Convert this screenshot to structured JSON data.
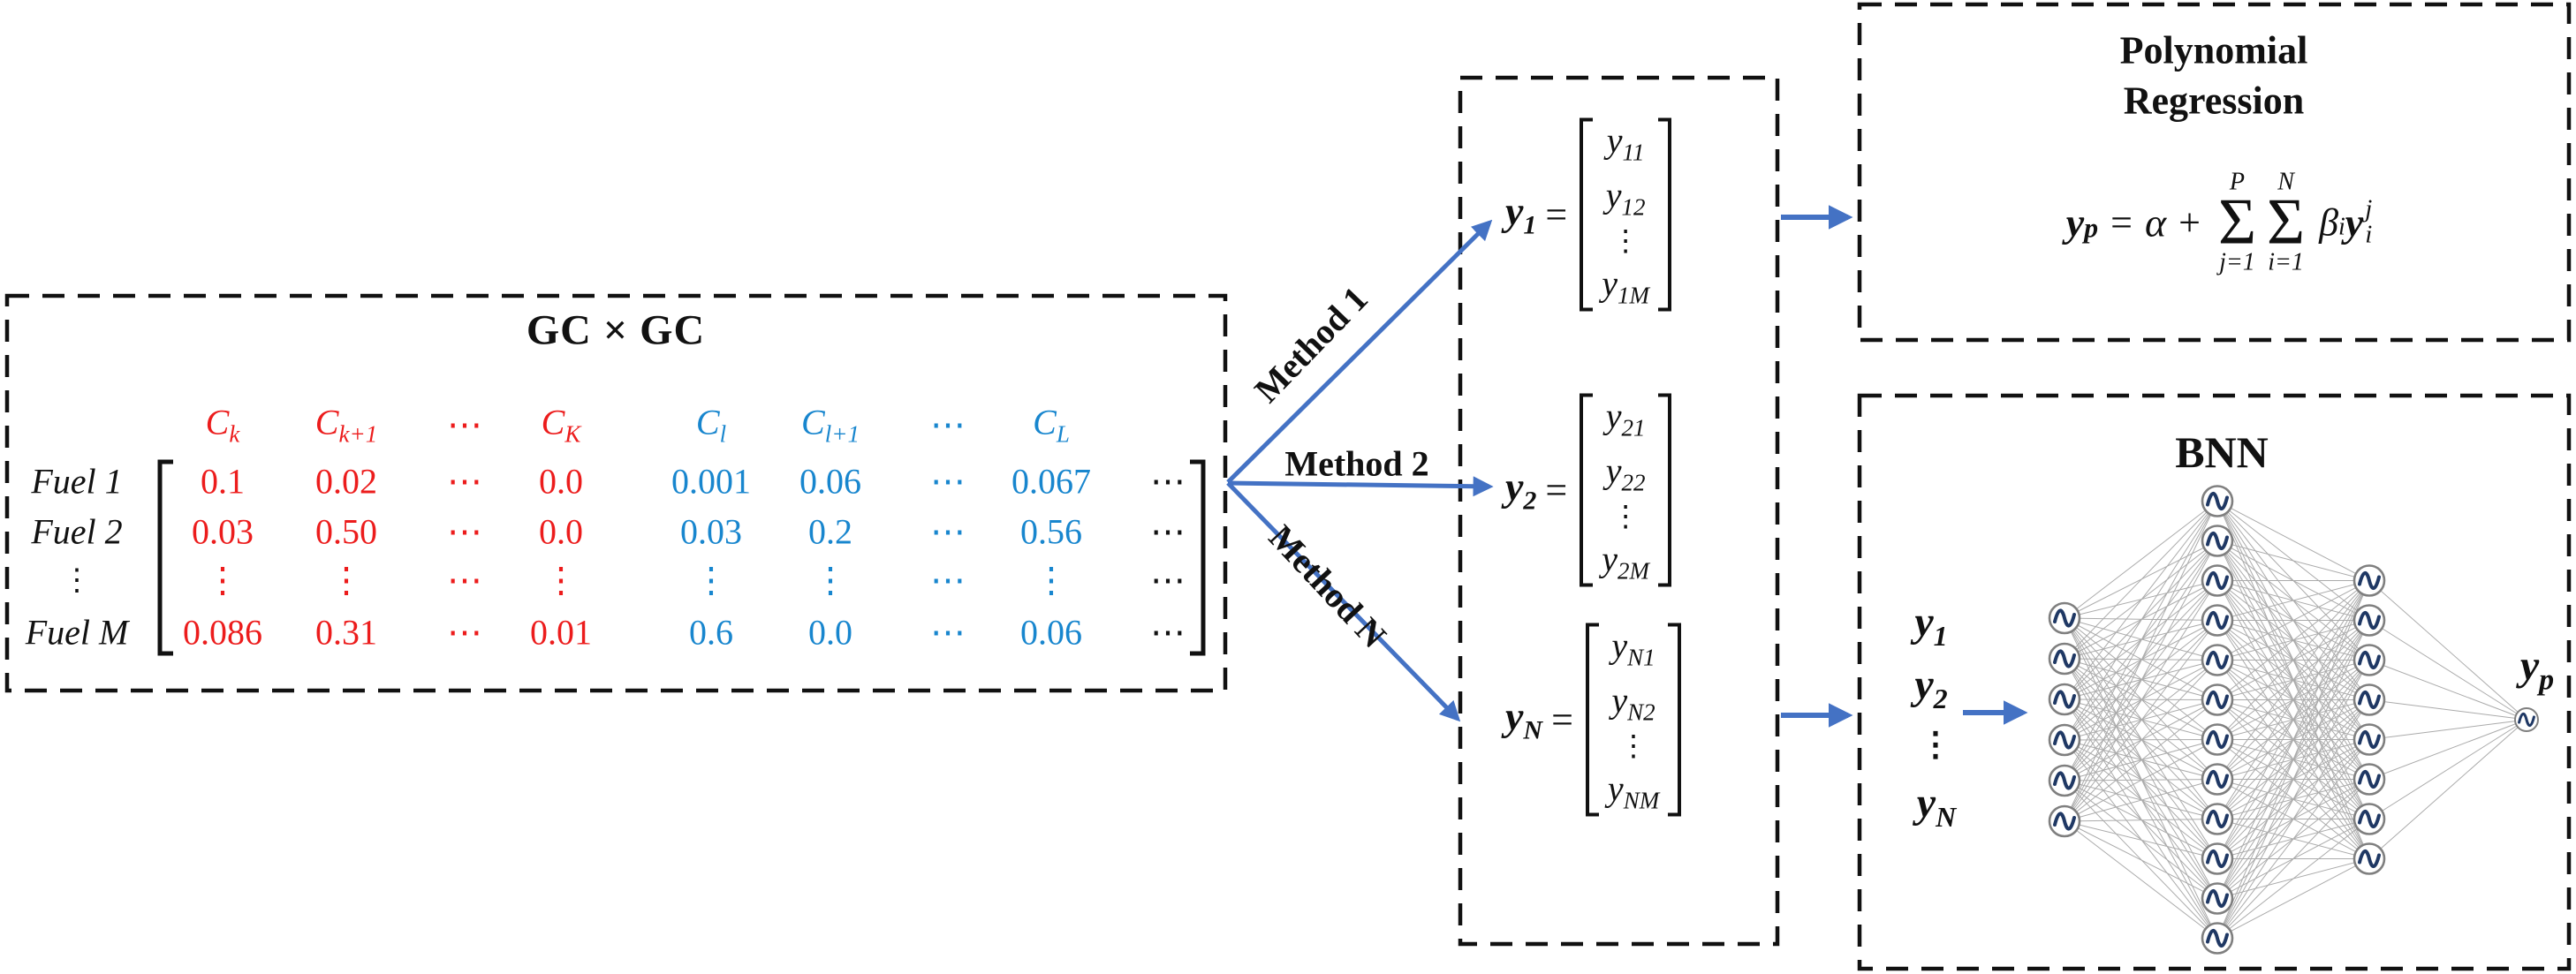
{
  "colors": {
    "red": "#EC1C1C",
    "blue": "#1886CE",
    "arrow_blue": "#4472C4",
    "squiggle_navy": "#1F3864",
    "node_border": "#7F7F7F",
    "edge_gray": "#ABABAB",
    "border_black": "#111111"
  },
  "gc_box": {
    "title": "GC × GC",
    "col_headers": [
      {
        "b": "C",
        "s": "k"
      },
      {
        "b": "C",
        "s": "k+1"
      },
      {
        "b": "⋯",
        "s": ""
      },
      {
        "b": "C",
        "s": "K"
      },
      {
        "b": "C",
        "s": "l"
      },
      {
        "b": "C",
        "s": "l+1"
      },
      {
        "b": "⋯",
        "s": ""
      },
      {
        "b": "C",
        "s": "L"
      }
    ],
    "row_labels": [
      "Fuel 1",
      "Fuel 2",
      "⋮",
      "Fuel M"
    ],
    "rows": [
      [
        "0.1",
        "0.02",
        "⋯",
        "0.0",
        "0.001",
        "0.06",
        "⋯",
        "0.067",
        "⋯"
      ],
      [
        "0.03",
        "0.50",
        "⋯",
        "0.0",
        "0.03",
        "0.2",
        "⋯",
        "0.56",
        "⋯"
      ],
      [
        "⋮",
        "⋮",
        "⋯",
        "⋮",
        "⋮",
        "⋮",
        "⋯",
        "⋮",
        "⋯"
      ],
      [
        "0.086",
        "0.31",
        "⋯",
        "0.01",
        "0.6",
        "0.0",
        "⋯",
        "0.06",
        "⋯"
      ]
    ]
  },
  "methods": {
    "m1": "Method 1",
    "m2": "Method 2",
    "mn": "Method N"
  },
  "vectors": [
    {
      "label": {
        "b": "y",
        "s": "1"
      },
      "eq": "=",
      "entries": [
        {
          "b": "y",
          "s": "11"
        },
        {
          "b": "y",
          "s": "12"
        },
        {
          "b": "⋮",
          "s": ""
        },
        {
          "b": "y",
          "s": "1M"
        }
      ]
    },
    {
      "label": {
        "b": "y",
        "s": "2"
      },
      "eq": "=",
      "entries": [
        {
          "b": "y",
          "s": "21"
        },
        {
          "b": "y",
          "s": "22"
        },
        {
          "b": "⋮",
          "s": ""
        },
        {
          "b": "y",
          "s": "2M"
        }
      ]
    },
    {
      "label": {
        "b": "y",
        "s": "N"
      },
      "eq": "=",
      "entries": [
        {
          "b": "y",
          "s": "N1"
        },
        {
          "b": "y",
          "s": "N2"
        },
        {
          "b": "⋮",
          "s": ""
        },
        {
          "b": "y",
          "s": "NM"
        }
      ]
    }
  ],
  "poly": {
    "title_line1": "Polynomial",
    "title_line2": "Regression",
    "formula": {
      "lhs_base": "y",
      "lhs_sub": "p",
      "eq": "=",
      "alpha": "α",
      "plus": "+",
      "sigma": "Σ",
      "sum_outer": {
        "top": "P",
        "bottom": "j=1"
      },
      "sum_inner": {
        "top": "N",
        "bottom": "i=1"
      },
      "beta": "β",
      "beta_sub": "i",
      "y_base": "y",
      "y_sup": "j",
      "y_sub": "i"
    }
  },
  "bnn": {
    "title": "BNN",
    "inputs": [
      {
        "b": "y",
        "s": "1"
      },
      {
        "b": "y",
        "s": "2"
      },
      {
        "b": "⋮",
        "s": ""
      },
      {
        "b": "y",
        "s": "N"
      }
    ],
    "output": {
      "b": "y",
      "s": "p"
    },
    "layers": [
      6,
      12,
      8,
      1
    ],
    "activation_icon": "sine-squiggle"
  }
}
